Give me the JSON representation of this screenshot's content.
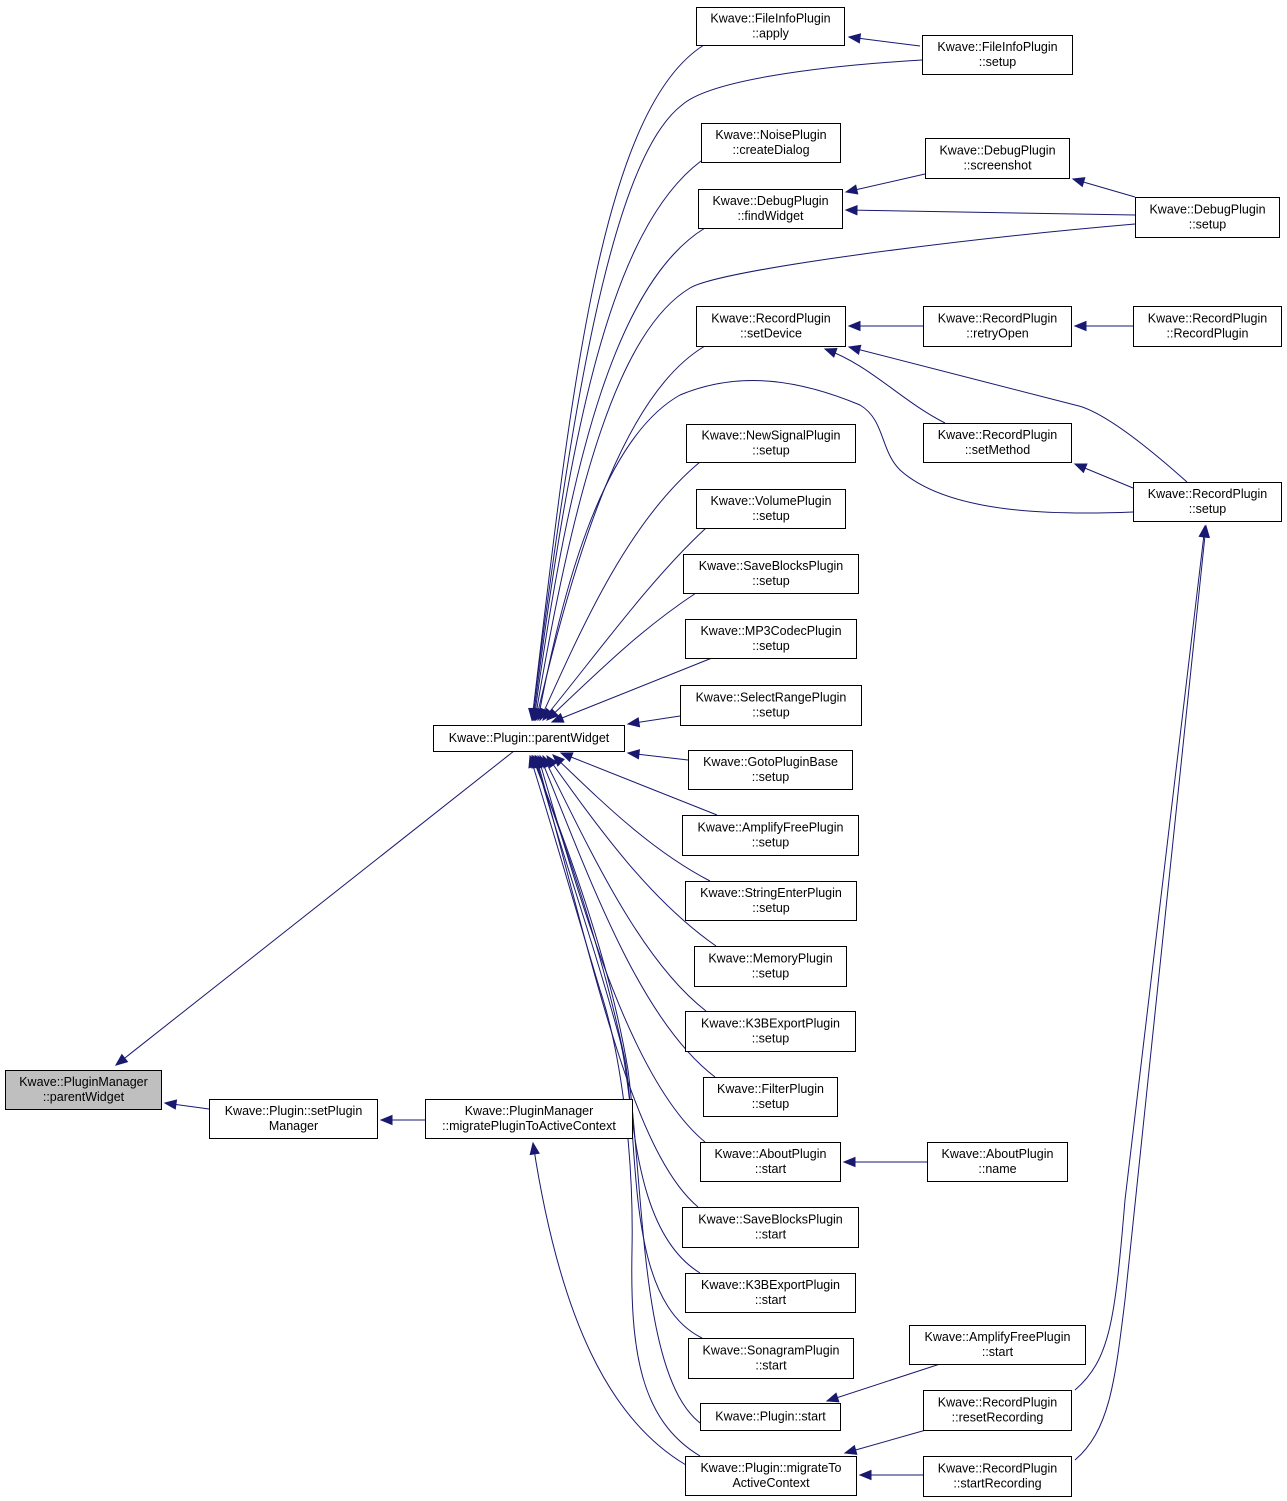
{
  "nodes": [
    {
      "id": "pm_pw",
      "lines": [
        "Kwave::PluginManager",
        "::parentWidget"
      ],
      "highlight": true
    },
    {
      "id": "p_setpm",
      "lines": [
        "Kwave::Plugin::setPlugin",
        "Manager"
      ]
    },
    {
      "id": "pm_migrate",
      "lines": [
        "Kwave::PluginManager",
        "::migratePluginToActiveContext"
      ]
    },
    {
      "id": "p_pw",
      "lines": [
        "Kwave::Plugin::parentWidget"
      ]
    },
    {
      "id": "fi_apply",
      "lines": [
        "Kwave::FileInfoPlugin",
        "::apply"
      ]
    },
    {
      "id": "fi_setup",
      "lines": [
        "Kwave::FileInfoPlugin",
        "::setup"
      ]
    },
    {
      "id": "noise_cd",
      "lines": [
        "Kwave::NoisePlugin",
        "::createDialog"
      ]
    },
    {
      "id": "dbg_fw",
      "lines": [
        "Kwave::DebugPlugin",
        "::findWidget"
      ]
    },
    {
      "id": "dbg_ss",
      "lines": [
        "Kwave::DebugPlugin",
        "::screenshot"
      ]
    },
    {
      "id": "dbg_setup",
      "lines": [
        "Kwave::DebugPlugin",
        "::setup"
      ]
    },
    {
      "id": "rec_sd",
      "lines": [
        "Kwave::RecordPlugin",
        "::setDevice"
      ]
    },
    {
      "id": "rec_ro",
      "lines": [
        "Kwave::RecordPlugin",
        "::retryOpen"
      ]
    },
    {
      "id": "rec_ctor",
      "lines": [
        "Kwave::RecordPlugin",
        "::RecordPlugin"
      ]
    },
    {
      "id": "rec_sm",
      "lines": [
        "Kwave::RecordPlugin",
        "::setMethod"
      ]
    },
    {
      "id": "rec_setup",
      "lines": [
        "Kwave::RecordPlugin",
        "::setup"
      ]
    },
    {
      "id": "newsig",
      "lines": [
        "Kwave::NewSignalPlugin",
        "::setup"
      ]
    },
    {
      "id": "volume",
      "lines": [
        "Kwave::VolumePlugin",
        "::setup"
      ]
    },
    {
      "id": "saveblk_setup",
      "lines": [
        "Kwave::SaveBlocksPlugin",
        "::setup"
      ]
    },
    {
      "id": "mp3",
      "lines": [
        "Kwave::MP3CodecPlugin",
        "::setup"
      ]
    },
    {
      "id": "selrange",
      "lines": [
        "Kwave::SelectRangePlugin",
        "::setup"
      ]
    },
    {
      "id": "goto",
      "lines": [
        "Kwave::GotoPluginBase",
        "::setup"
      ]
    },
    {
      "id": "ampfree_setup",
      "lines": [
        "Kwave::AmplifyFreePlugin",
        "::setup"
      ]
    },
    {
      "id": "strenter",
      "lines": [
        "Kwave::StringEnterPlugin",
        "::setup"
      ]
    },
    {
      "id": "memory",
      "lines": [
        "Kwave::MemoryPlugin",
        "::setup"
      ]
    },
    {
      "id": "k3b_setup",
      "lines": [
        "Kwave::K3BExportPlugin",
        "::setup"
      ]
    },
    {
      "id": "filter",
      "lines": [
        "Kwave::FilterPlugin",
        "::setup"
      ]
    },
    {
      "id": "about_start",
      "lines": [
        "Kwave::AboutPlugin",
        "::start"
      ]
    },
    {
      "id": "about_name",
      "lines": [
        "Kwave::AboutPlugin",
        "::name"
      ]
    },
    {
      "id": "saveblk_start",
      "lines": [
        "Kwave::SaveBlocksPlugin",
        "::start"
      ]
    },
    {
      "id": "k3b_start",
      "lines": [
        "Kwave::K3BExportPlugin",
        "::start"
      ]
    },
    {
      "id": "sonagram",
      "lines": [
        "Kwave::SonagramPlugin",
        "::start"
      ]
    },
    {
      "id": "ampfree_start",
      "lines": [
        "Kwave::AmplifyFreePlugin",
        "::start"
      ]
    },
    {
      "id": "p_start",
      "lines": [
        "Kwave::Plugin::start"
      ]
    },
    {
      "id": "rec_reset",
      "lines": [
        "Kwave::RecordPlugin",
        "::resetRecording"
      ]
    },
    {
      "id": "p_migrate",
      "lines": [
        "Kwave::Plugin::migrateTo",
        "ActiveContext"
      ]
    },
    {
      "id": "rec_startrec",
      "lines": [
        "Kwave::RecordPlugin",
        "::startRecording"
      ]
    }
  ],
  "edges": [
    {
      "from": "p_pw",
      "to": "pm_pw"
    },
    {
      "from": "p_setpm",
      "to": "pm_pw"
    },
    {
      "from": "pm_migrate",
      "to": "p_setpm"
    },
    {
      "from": "p_migrate",
      "to": "pm_migrate"
    },
    {
      "from": "fi_apply",
      "to": "p_pw"
    },
    {
      "from": "fi_setup",
      "to": "p_pw"
    },
    {
      "from": "fi_setup",
      "to": "fi_apply"
    },
    {
      "from": "noise_cd",
      "to": "p_pw"
    },
    {
      "from": "dbg_fw",
      "to": "p_pw"
    },
    {
      "from": "dbg_ss",
      "to": "dbg_fw"
    },
    {
      "from": "dbg_setup",
      "to": "dbg_fw"
    },
    {
      "from": "dbg_setup",
      "to": "dbg_ss"
    },
    {
      "from": "dbg_setup",
      "to": "p_pw"
    },
    {
      "from": "rec_sd",
      "to": "p_pw"
    },
    {
      "from": "rec_ro",
      "to": "rec_sd"
    },
    {
      "from": "rec_ctor",
      "to": "rec_ro"
    },
    {
      "from": "rec_sm",
      "to": "rec_sd"
    },
    {
      "from": "rec_setup",
      "to": "rec_sd"
    },
    {
      "from": "rec_setup",
      "to": "rec_sm"
    },
    {
      "from": "rec_setup",
      "to": "p_pw"
    },
    {
      "from": "newsig",
      "to": "p_pw"
    },
    {
      "from": "volume",
      "to": "p_pw"
    },
    {
      "from": "saveblk_setup",
      "to": "p_pw"
    },
    {
      "from": "mp3",
      "to": "p_pw"
    },
    {
      "from": "selrange",
      "to": "p_pw"
    },
    {
      "from": "goto",
      "to": "p_pw"
    },
    {
      "from": "ampfree_setup",
      "to": "p_pw"
    },
    {
      "from": "strenter",
      "to": "p_pw"
    },
    {
      "from": "memory",
      "to": "p_pw"
    },
    {
      "from": "k3b_setup",
      "to": "p_pw"
    },
    {
      "from": "filter",
      "to": "p_pw"
    },
    {
      "from": "about_start",
      "to": "p_pw"
    },
    {
      "from": "about_name",
      "to": "about_start"
    },
    {
      "from": "saveblk_start",
      "to": "p_pw"
    },
    {
      "from": "k3b_start",
      "to": "p_pw"
    },
    {
      "from": "sonagram",
      "to": "p_pw"
    },
    {
      "from": "p_start",
      "to": "p_pw"
    },
    {
      "from": "ampfree_start",
      "to": "p_start"
    },
    {
      "from": "p_migrate",
      "to": "p_pw"
    },
    {
      "from": "rec_reset",
      "to": "p_migrate"
    },
    {
      "from": "rec_startrec",
      "to": "p_migrate"
    },
    {
      "from": "rec_reset",
      "to": "rec_setup"
    },
    {
      "from": "rec_startrec",
      "to": "rec_setup"
    }
  ]
}
